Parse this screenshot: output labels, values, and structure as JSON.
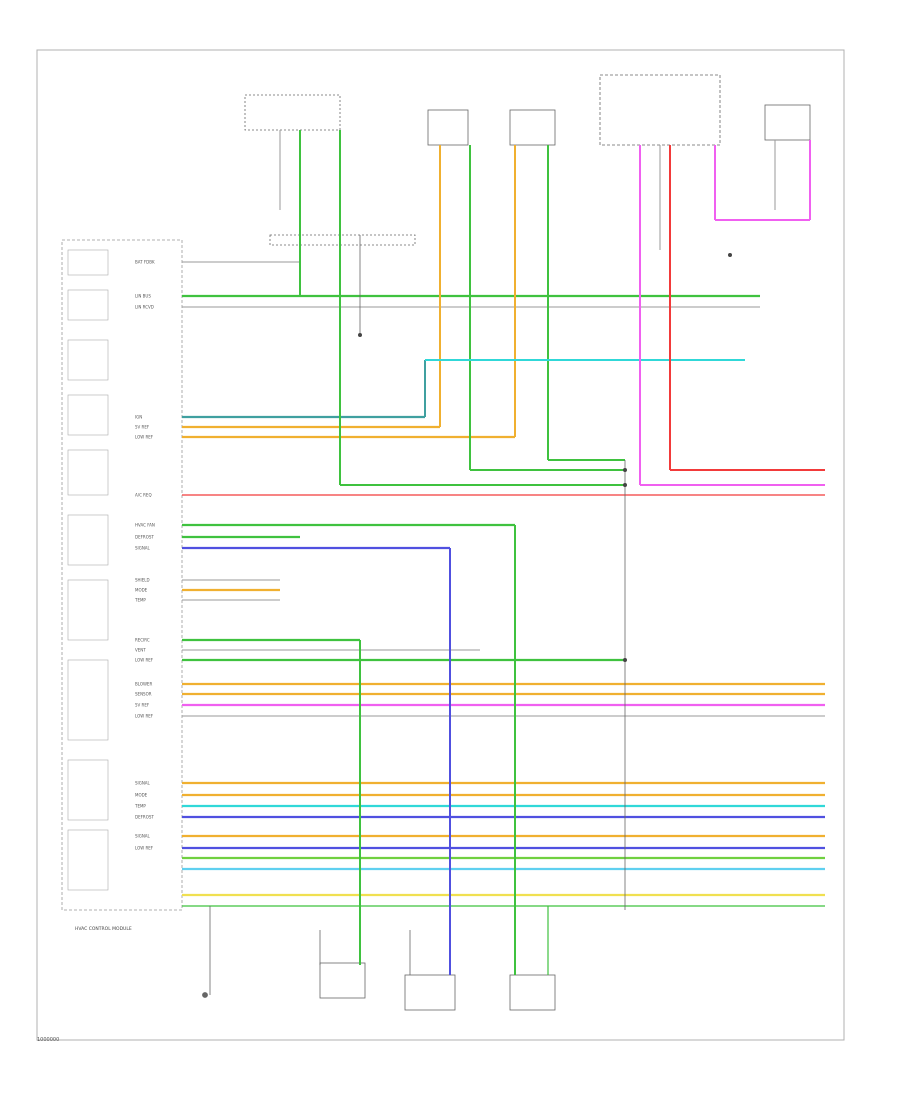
{
  "module_label": "HVAC CONTROL MODULE",
  "code": "1000000",
  "pin_labels": [
    "BAT FDBK",
    "LIN BUS",
    "LIN RCVD",
    "IGN",
    "5V REF",
    "LOW REF",
    "A/C REQ",
    "HVAC FAN",
    "DEFROST",
    "SIGNAL",
    "SHIELD",
    "MODE",
    "TEMP",
    "RECIRC",
    "VENT",
    "LOW REF",
    "BLOWER",
    "SENSOR",
    "5V REF",
    "LOW REF",
    "SIGNAL",
    "MODE",
    "TEMP",
    "DEFROST",
    "SIGNAL",
    "LOW REF"
  ],
  "wire_colors": {
    "green": "#3fc23f",
    "orange": "#f0b030",
    "cyan": "#30d8d8",
    "red": "#f23a3a",
    "magenta": "#f060f0",
    "blue": "#5050e0",
    "yellow": "#f0e050",
    "gray": "#9a9a9a",
    "lightblue": "#5fd0f0",
    "lime": "#70d040",
    "teal": "#40a0a0"
  }
}
